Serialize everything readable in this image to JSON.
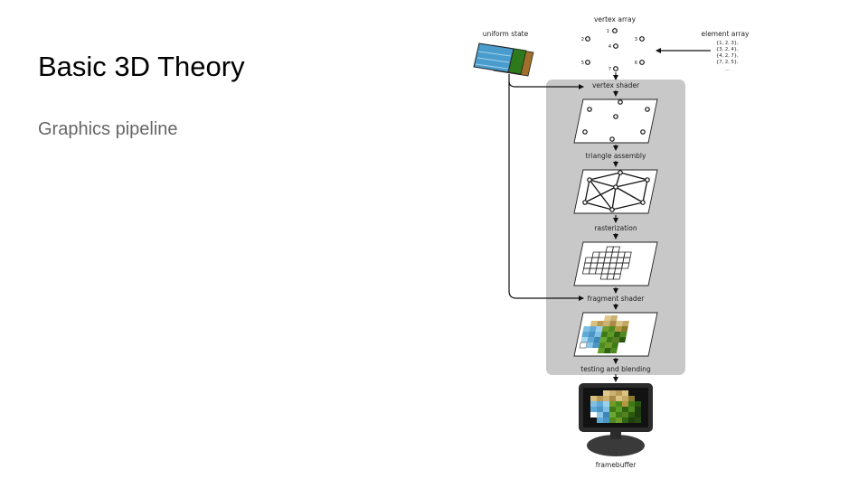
{
  "slide": {
    "title": "Basic 3D Theory",
    "subtitle": "Graphics pipeline"
  },
  "diagram": {
    "inputs": {
      "uniform_state": "uniform state",
      "vertex_array": "vertex array",
      "element_array": "element array",
      "vertex_numbers": [
        "1",
        "2",
        "3",
        "4",
        "5",
        "6",
        "7"
      ],
      "element_array_values": [
        "{1, 2, 3},",
        "{3, 2, 4},",
        "{4, 2, 7},",
        "{7, 2, 5},",
        "..."
      ]
    },
    "stages": {
      "vertex_shader": "vertex shader",
      "triangle_assembly": "triangle assembly",
      "rasterization": "rasterization",
      "fragment_shader": "fragment shader",
      "testing_blending": "testing and blending"
    },
    "output": {
      "framebuffer": "framebuffer"
    },
    "colors": {
      "pipeline_panel": "#c8c8c8",
      "blue_fragments": "#5fa9d6",
      "green_fragments": "#4e8a1e",
      "tan_fragments": "#cbb273",
      "monitor_body": "#2b2b2b"
    }
  }
}
